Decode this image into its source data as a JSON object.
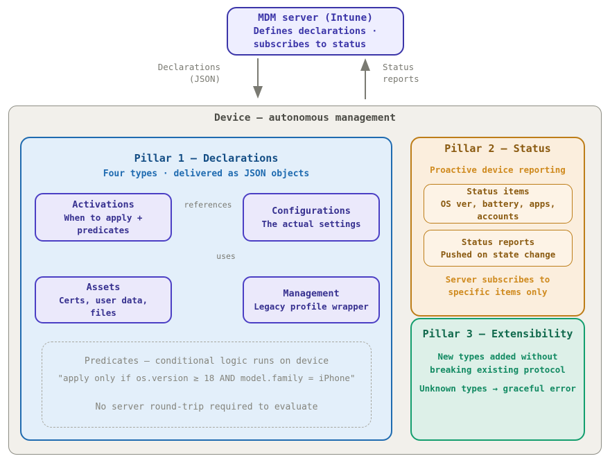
{
  "mdm_server": {
    "title": "MDM server (Intune)",
    "subtitle": "Defines declarations ·\nsubscribes to status"
  },
  "connectors": {
    "down_label": "Declarations\n(JSON)",
    "up_label": "Status\nreports"
  },
  "device": {
    "title": "Device — autonomous management"
  },
  "pillar1": {
    "title": "Pillar 1 — Declarations",
    "subtitle": "Four types · delivered as JSON objects",
    "boxes": [
      {
        "name": "activations",
        "heading": "Activations",
        "body": "When to apply +\npredicates"
      },
      {
        "name": "configurations",
        "heading": "Configurations",
        "body": "The actual settings"
      },
      {
        "name": "assets",
        "heading": "Assets",
        "body": "Certs, user data,\nfiles"
      },
      {
        "name": "management",
        "heading": "Management",
        "body": "Legacy profile wrapper"
      }
    ],
    "edges": [
      {
        "label": "references",
        "from": "activations",
        "to": "configurations"
      },
      {
        "label": "uses",
        "from": "configurations",
        "to": "assets"
      }
    ],
    "predicates": {
      "line1": "Predicates — conditional logic runs on device",
      "line2": "\"apply only if os.version ≥ 18 AND model.family = iPhone\"",
      "line3": "No server round‑trip required to evaluate"
    }
  },
  "pillar2": {
    "title": "Pillar 2 — Status",
    "subtitle": "Proactive device reporting",
    "cards": [
      {
        "name": "status-items",
        "heading": "Status items",
        "body": "OS ver, battery, apps,\naccounts"
      },
      {
        "name": "status-reports",
        "heading": "Status reports",
        "body": "Pushed on state change"
      }
    ],
    "footnote": "Server subscribes to\nspecific items only"
  },
  "pillar3": {
    "title": "Pillar 3 — Extensibility",
    "body": "New types added without\nbreaking existing protocol",
    "note": "Unknown types → graceful error"
  },
  "colors": {
    "indigo": "#3b35a8",
    "declaration_border": "#4b3fc4",
    "pillar1_border": "#1f6bb0",
    "pillar2_border": "#bd7d18",
    "pillar3_border": "#139e6e",
    "device_border": "#8d8d84",
    "connector_gray": "#7a7a72"
  }
}
